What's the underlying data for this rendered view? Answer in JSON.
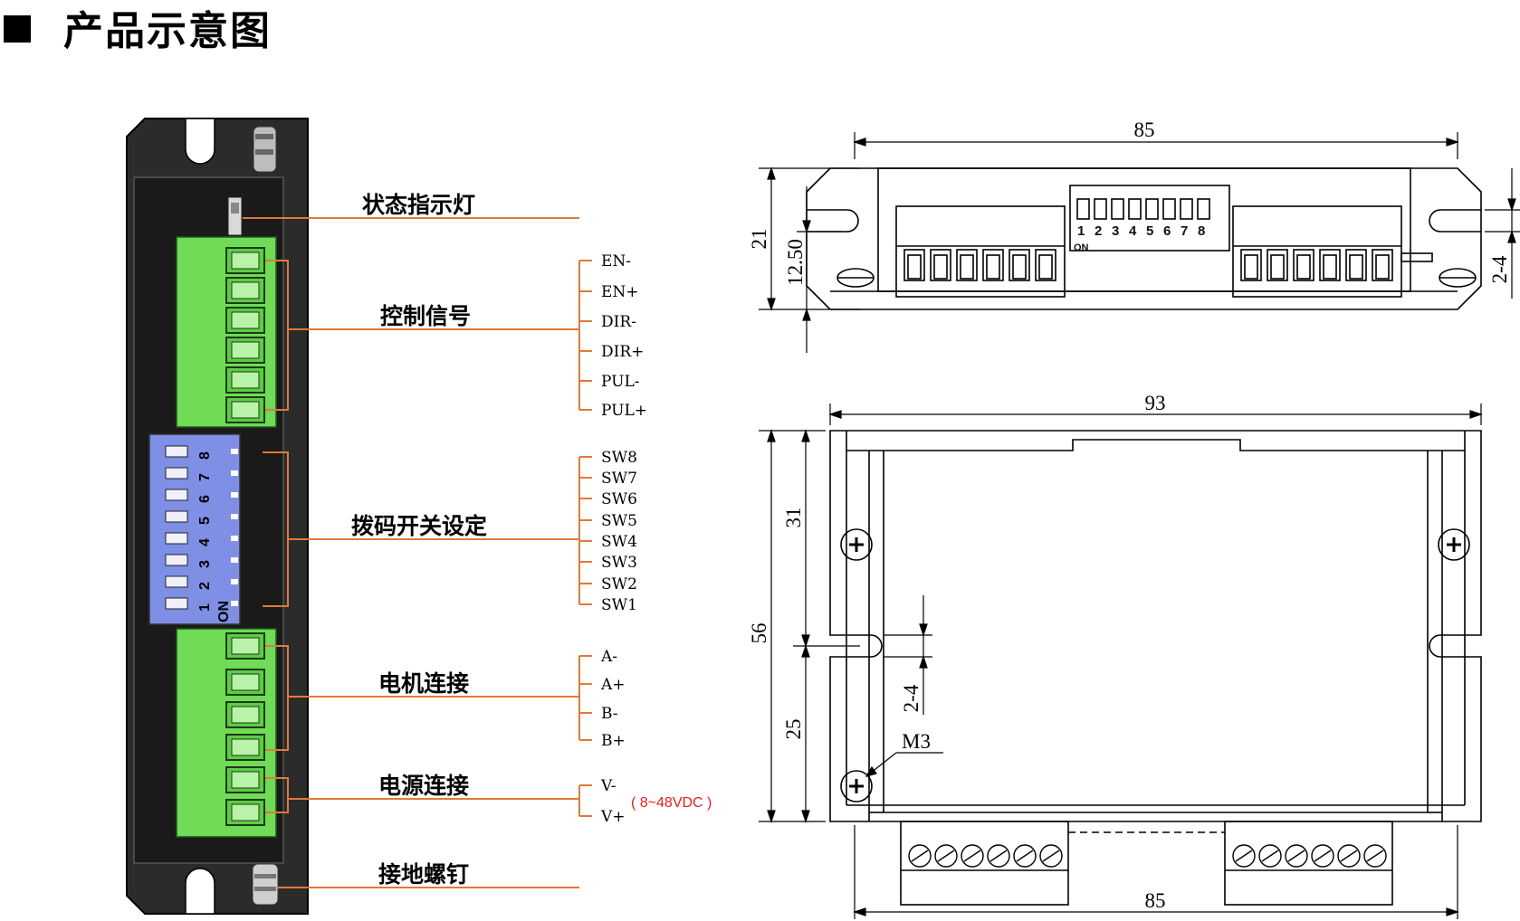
{
  "header": {
    "title": "产品示意图"
  },
  "colors": {
    "accent": "#e07a3a",
    "volt": "#e0201c",
    "terminal": "#6fdb57",
    "dip": "#7f8fe6",
    "body": "#2b2b2b"
  },
  "front_view": {
    "dip_numbers": [
      "1",
      "2",
      "3",
      "4",
      "5",
      "6",
      "7",
      "8"
    ],
    "dip_on": "ON",
    "callouts": [
      {
        "label": "状态指示灯",
        "pins": []
      },
      {
        "label": "控制信号",
        "pins": [
          "EN-",
          "EN+",
          "DIR-",
          "DIR+",
          "PUL-",
          "PUL+"
        ]
      },
      {
        "label": "拨码开关设定",
        "pins": [
          "SW8",
          "SW7",
          "SW6",
          "SW5",
          "SW4",
          "SW3",
          "SW2",
          "SW1"
        ]
      },
      {
        "label": "电机连接",
        "pins": [
          "A-",
          "A+",
          "B-",
          "B+"
        ]
      },
      {
        "label": "电源连接",
        "pins": [
          "V-",
          "V+"
        ],
        "note": "( 8~48VDC )"
      },
      {
        "label": "接地螺钉",
        "pins": []
      }
    ]
  },
  "side_view": {
    "width": "85",
    "height": "21",
    "inner_height": "12.50",
    "slot": "2-4",
    "dip_numbers": [
      "1",
      "2",
      "3",
      "4",
      "5",
      "6",
      "7",
      "8"
    ],
    "dip_on": "ON"
  },
  "top_view": {
    "width_top": "93",
    "width_bottom": "85",
    "height": "56",
    "upper": "31",
    "lower": "25",
    "slot": "2-4",
    "screw": "M3"
  }
}
